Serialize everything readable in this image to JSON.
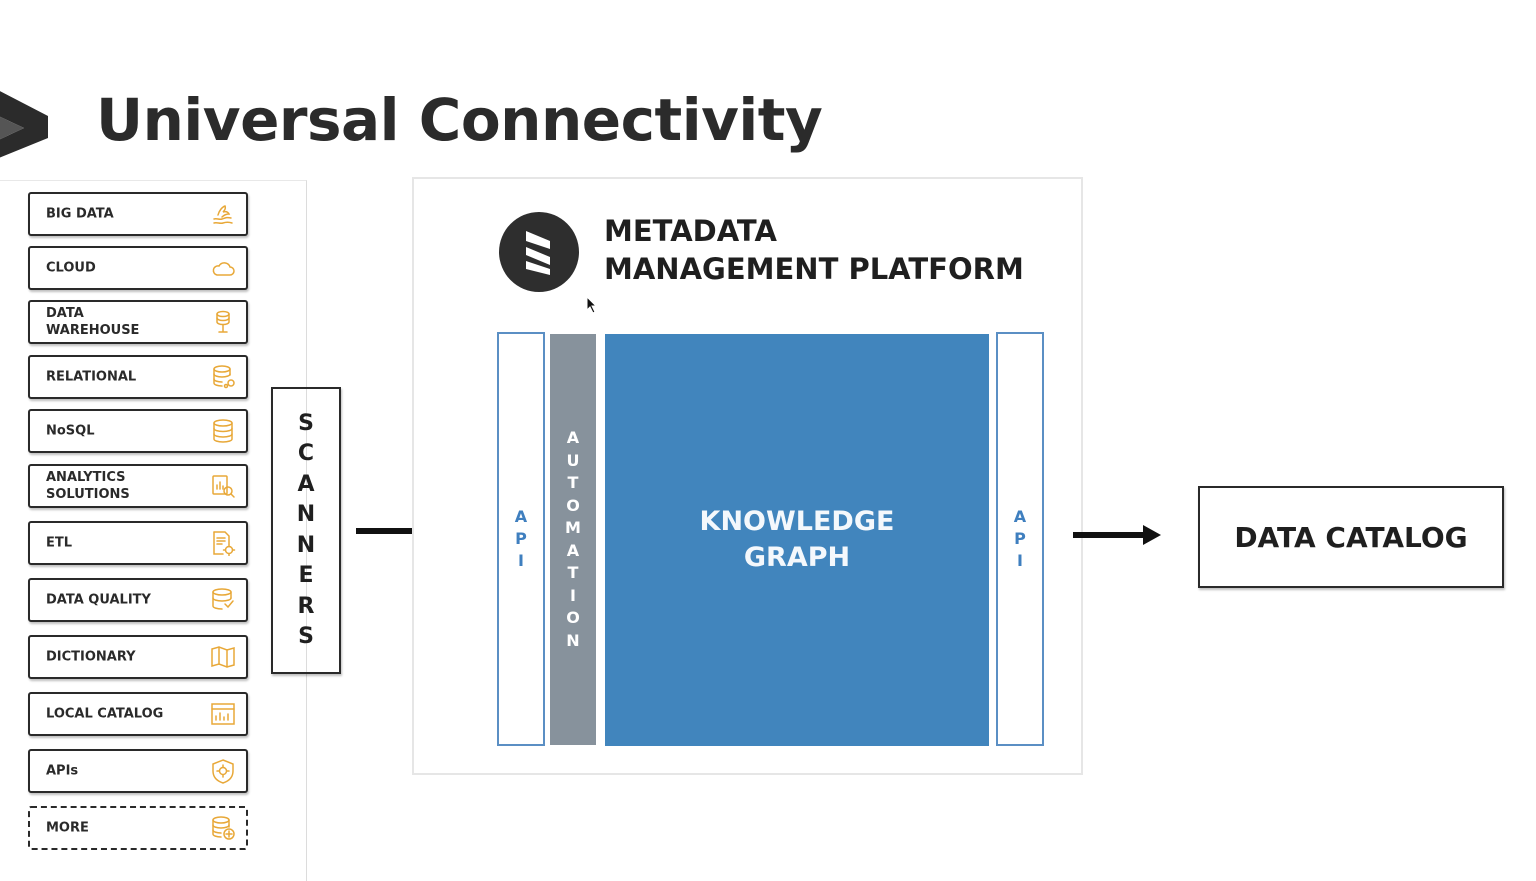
{
  "title": "Universal Connectivity",
  "sources": [
    {
      "label": "BIG DATA",
      "icon": "hand-wave-icon"
    },
    {
      "label": "CLOUD",
      "icon": "cloud-icon"
    },
    {
      "label": "DATA\nWAREHOUSE",
      "icon": "warehouse-icon"
    },
    {
      "label": "RELATIONAL",
      "icon": "relational-db-icon"
    },
    {
      "label": "NoSQL",
      "icon": "database-icon"
    },
    {
      "label": "ANALYTICS\nSOLUTIONS",
      "icon": "analytics-search-icon"
    },
    {
      "label": "ETL",
      "icon": "etl-document-gear-icon"
    },
    {
      "label": "DATA QUALITY",
      "icon": "data-quality-icon"
    },
    {
      "label": "DICTIONARY",
      "icon": "book-icon"
    },
    {
      "label": "LOCAL CATALOG",
      "icon": "local-catalog-icon"
    },
    {
      "label": "APIs",
      "icon": "shield-gear-icon"
    },
    {
      "label": "MORE",
      "icon": "database-plus-icon"
    }
  ],
  "scanners": {
    "letters": [
      "S",
      "C",
      "A",
      "N",
      "N",
      "E",
      "R",
      "S"
    ]
  },
  "platform": {
    "title": "METADATA\nMANAGEMENT PLATFORM",
    "api_left": [
      "A",
      "P",
      "I"
    ],
    "automation": [
      "A",
      "U",
      "T",
      "O",
      "M",
      "A",
      "T",
      "I",
      "O",
      "N"
    ],
    "knowledge_graph": "KNOWLEDGE\nGRAPH",
    "api_right": [
      "A",
      "P",
      "I"
    ]
  },
  "catalog": {
    "label": "DATA CATALOG"
  },
  "colors": {
    "accent_blue": "#4185bd",
    "automation_gray": "#87929c",
    "api_border": "#5b8fc4",
    "dark": "#2a2a2a"
  }
}
